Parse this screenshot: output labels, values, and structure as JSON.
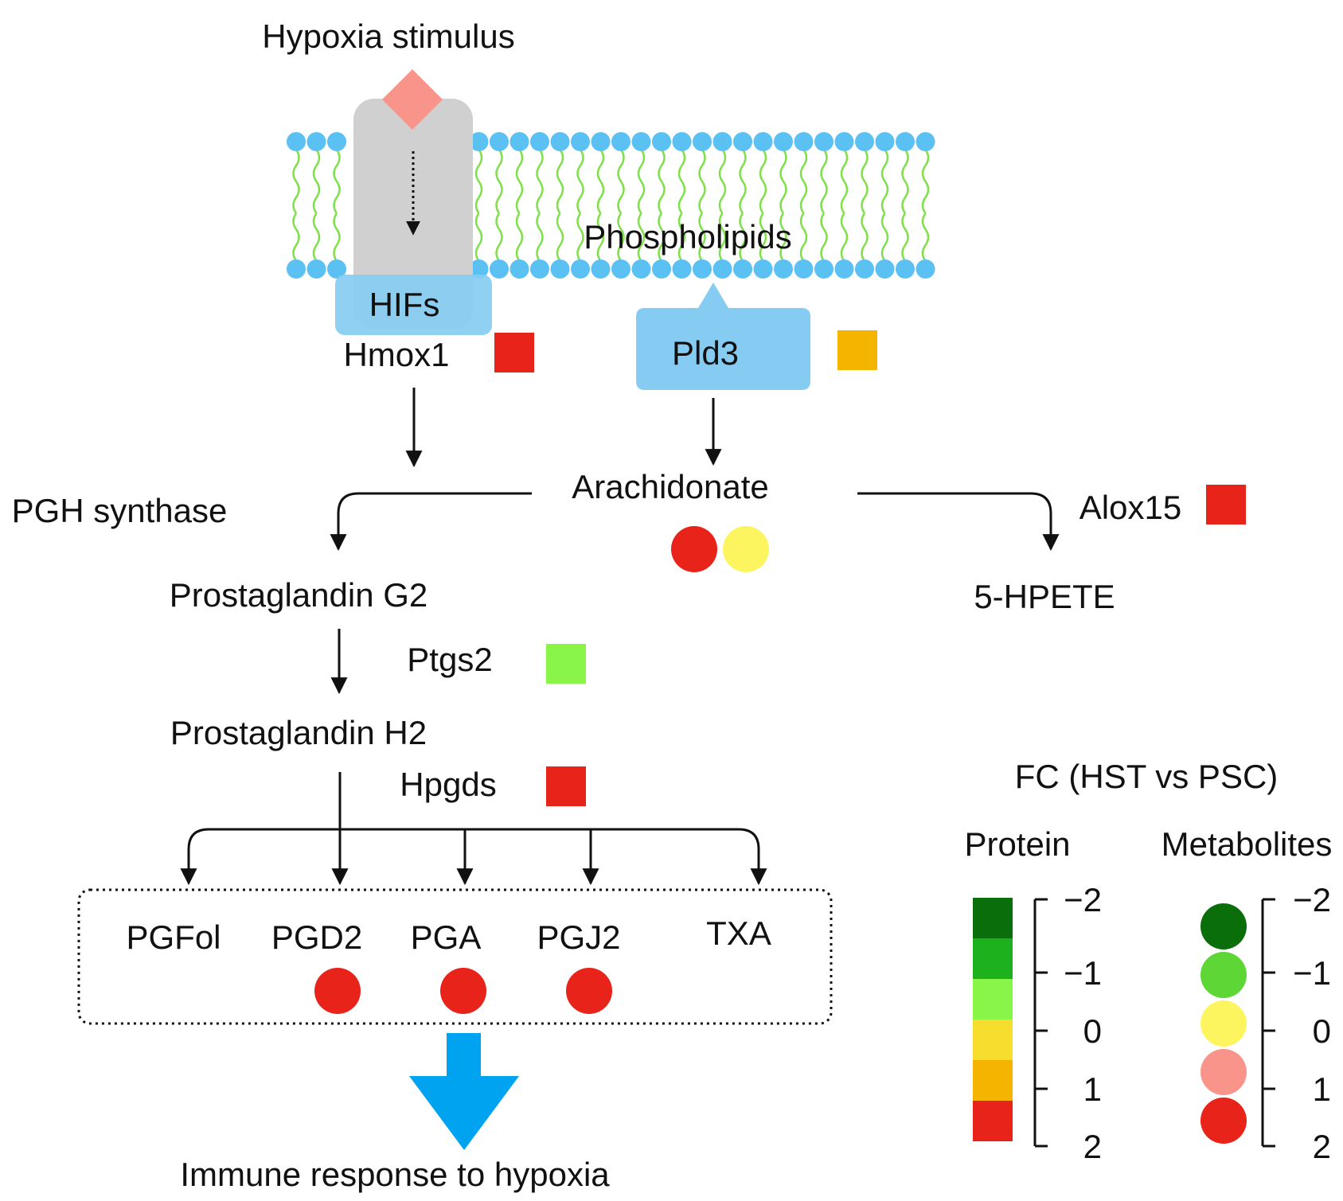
{
  "labels": {
    "hypoxia_stimulus": "Hypoxia stimulus",
    "phospholipids": "Phospholipids",
    "hifs": "HIFs",
    "hmox1": "Hmox1",
    "pld3": "Pld3",
    "arachidonate": "Arachidonate",
    "pgh_synthase": "PGH synthase",
    "alox15": "Alox15",
    "hpete": "5-HPETE",
    "pgg2": "Prostaglandin G2",
    "ptgs2": "Ptgs2",
    "pgh2": "Prostaglandin H2",
    "hpgds": "Hpgds",
    "pgfol": "PGFol",
    "pgd2": "PGD2",
    "pga": "PGA",
    "pgj2": "PGJ2",
    "txa": "TXA",
    "immune_response": "Immune response to hypoxia"
  },
  "markers": {
    "hmox1": "#e8231a",
    "pld3": "#f5b400",
    "arachidonate_1": "#e8231a",
    "arachidonate_2": "#fdf560",
    "alox15": "#e8231a",
    "ptgs2": "#88f548",
    "hpgds": "#e8231a",
    "pgd2": "#e8231a",
    "pga": "#e8231a",
    "pgj2": "#e8231a"
  },
  "legend": {
    "title": "FC (HST vs PSC)",
    "protein_label": "Protein",
    "metabolites_label": "Metabolites",
    "ticks": [
      "−2",
      "−1",
      "0",
      "1",
      "2"
    ],
    "protein_colors": [
      "#0a6e0a",
      "#1db21d",
      "#88f548",
      "#f7dd2e",
      "#f5b400",
      "#e8231a"
    ],
    "metabolite_colors": [
      "#0a6e0a",
      "#5ed636",
      "#fdf560",
      "#f9948a",
      "#e8231a"
    ]
  },
  "colors": {
    "membrane_head": "#5bc0f2",
    "membrane_tail": "#7fe04a",
    "receptor": "#d0d0d0",
    "hifs_box": "#86ccf2",
    "stimulus": "#f9948a",
    "big_arrow": "#00a3ef"
  }
}
